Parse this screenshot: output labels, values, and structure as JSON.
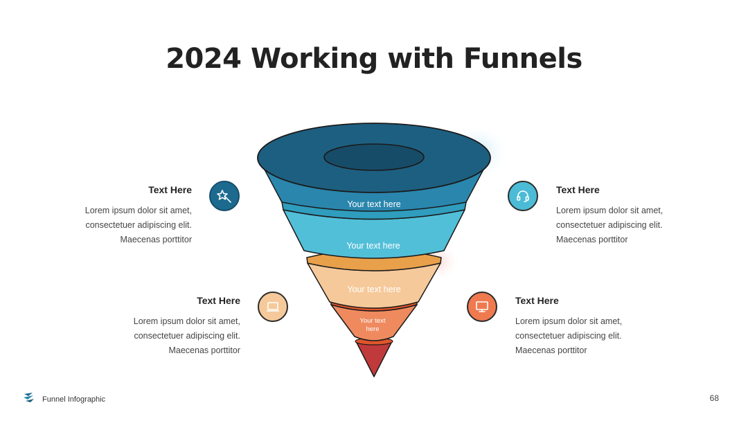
{
  "title": "2024 Working with Funnels",
  "funnel": {
    "labels": [
      "Your text here",
      "Your text here",
      "Your text here",
      "Your text",
      "here"
    ],
    "colors": {
      "top": "#1d5f80",
      "band1": "#2a86ad",
      "band2": "#52bfd9",
      "band3_rim": "#e9a04a",
      "band3": "#f6c99a",
      "band4_rim": "#e0562c",
      "band4": "#ef8a5f",
      "tip": "#c0393b"
    }
  },
  "blocks": {
    "top_left": {
      "heading": "Text Here",
      "lines": [
        "Lorem ipsum dolor sit amet,",
        "consectetuer adipiscing elit.",
        "Maecenas porttitor"
      ],
      "icon": "magic-wand-icon",
      "color": "#1d6a8f"
    },
    "bottom_left": {
      "heading": "Text Here",
      "lines": [
        "Lorem ipsum dolor sit amet,",
        "consectetuer adipiscing elit.",
        "Maecenas porttitor"
      ],
      "icon": "laptop-icon",
      "color": "#f6c99a"
    },
    "top_right": {
      "heading": "Text Here",
      "lines": [
        "Lorem ipsum dolor sit amet,",
        "consectetuer adipiscing elit.",
        "Maecenas porttitor"
      ],
      "icon": "headset-icon",
      "color": "#4bbbd6"
    },
    "bottom_right": {
      "heading": "Text Here",
      "lines": [
        "Lorem ipsum dolor sit amet,",
        "consectetuer adipiscing elit.",
        "Maecenas porttitor"
      ],
      "icon": "monitor-icon",
      "color": "#ef7a50"
    }
  },
  "footer": {
    "text": "Funnel Infographic",
    "page": "68",
    "logo_icon": "brand-logo-icon"
  }
}
